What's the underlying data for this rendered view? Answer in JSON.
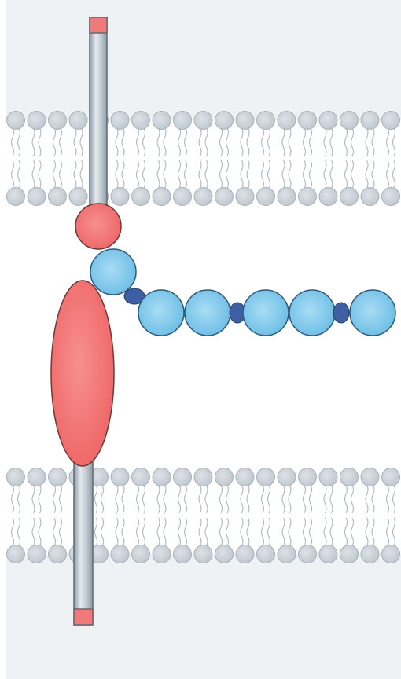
{
  "diagram": {
    "description_visible_text": [],
    "colors": {
      "background": "#ffffff",
      "outer_space": "#eef2f5",
      "lipid_head_fill": "#c7ced6",
      "lipid_head_stroke": "#a9b2bc",
      "lipid_tail": "#aeb7c0",
      "rod_body": "#b8c3cc",
      "rod_highlight": "#e4e9ee",
      "rod_stroke": "#6f7a85",
      "rod_cap": "#f07a7a",
      "red_domain": "#f06a6a",
      "red_domain_stroke": "#6a3a3a",
      "blue_domain": "#7ec8ec",
      "blue_domain_stroke": "#2d5a78",
      "linker": "#3e5fa3"
    },
    "elements": {
      "membranes": [
        "upper-membrane",
        "lower-membrane"
      ],
      "transmembrane_rods": [
        "upper-rod",
        "lower-rod"
      ],
      "red_domains": [
        "red-sphere-domain",
        "red-ellipse-domain"
      ],
      "blue_domain_count": 6,
      "linker_count": 3
    }
  }
}
